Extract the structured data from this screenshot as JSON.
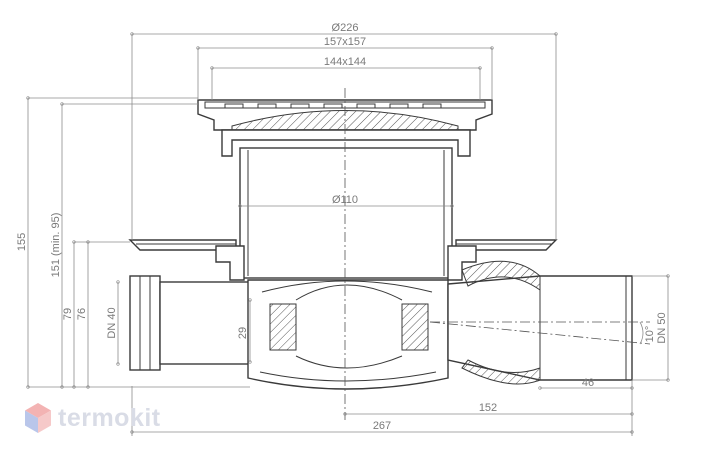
{
  "dimensions": {
    "overall_diameter": "Ø226",
    "grate_outer": "157x157",
    "grate_inner": "144x144",
    "body_diameter": "Ø110",
    "total_height": "155",
    "height_range": "151 (min. 95)",
    "height_79": "79",
    "height_76": "76",
    "inlet": "DN 40",
    "trap_depth": "29",
    "outlet": "DN 50",
    "slope": "10°",
    "outlet_stub": "46",
    "outlet_offset": "152",
    "overall_length": "267"
  },
  "brand": {
    "name": "termokit",
    "logo_icon": "hexagon-cube-icon",
    "colors": {
      "logo_top": "#f3b3b3",
      "logo_left": "#b9c6ea",
      "text": "#d9dce6"
    }
  }
}
